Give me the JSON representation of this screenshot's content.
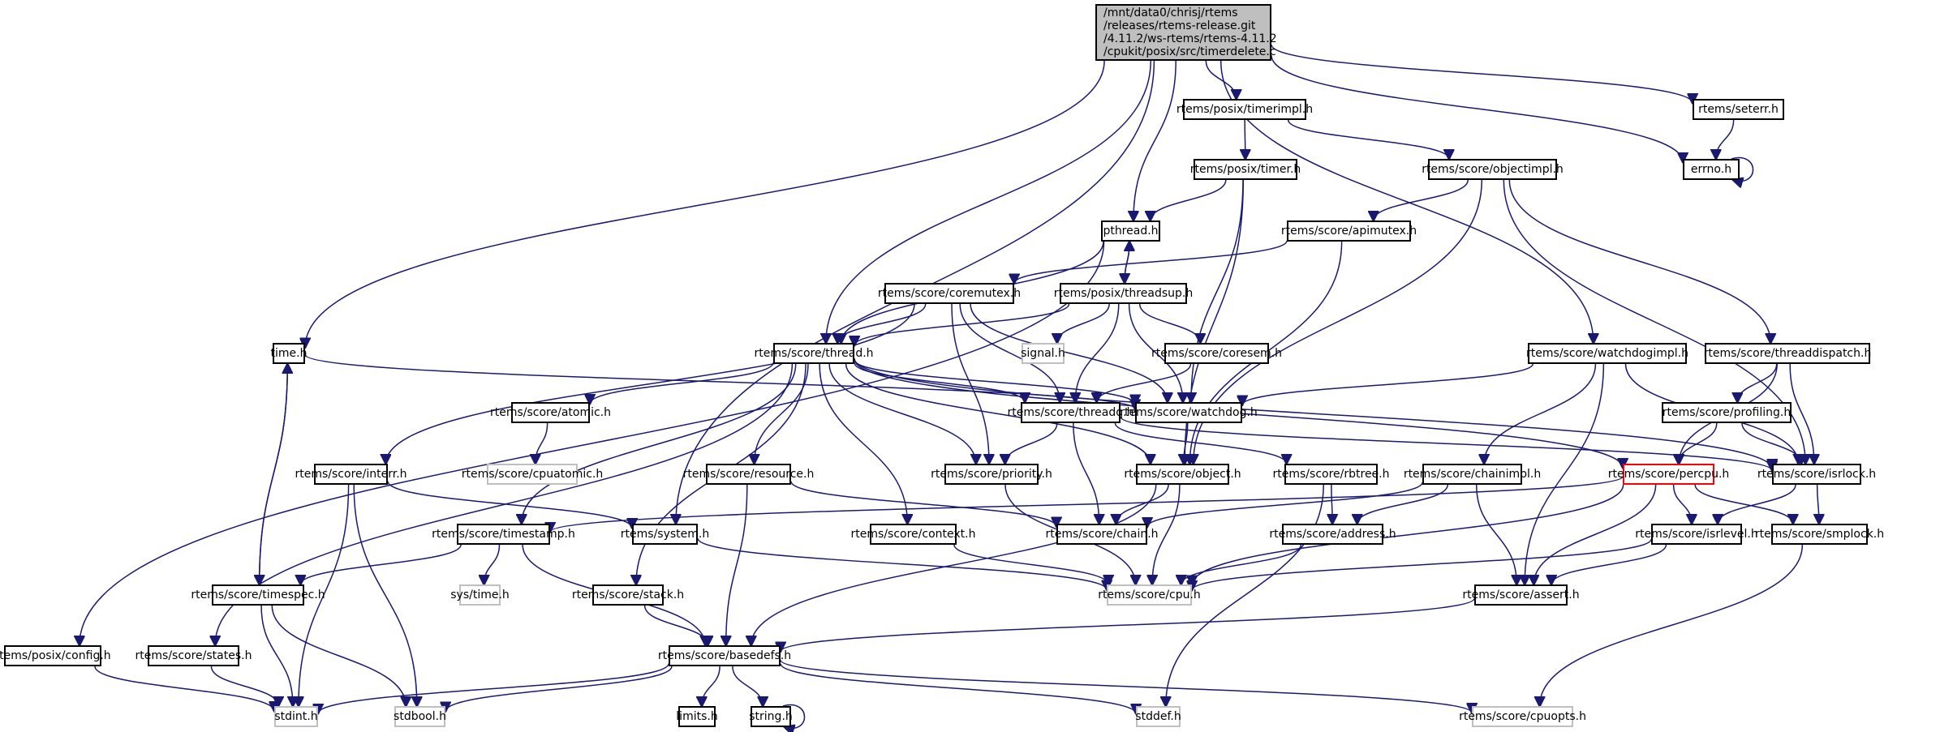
{
  "root": {
    "id": "root",
    "lines": [
      "/mnt/data0/chrisj/rtems",
      "/releases/rtems-release.git",
      "/4.11.2/ws-rtems/rtems-4.11.2",
      "/cpukit/posix/src/timerdelete.c"
    ]
  },
  "colors": {
    "edge": "#191970",
    "root_fill": "#bfbfbf",
    "external_border": "#bfbfbf",
    "highlight_border": "#ff0000"
  },
  "nodes": [
    {
      "id": "timerimpl",
      "label": "rtems/posix/timerimpl.h",
      "kind": "normal"
    },
    {
      "id": "seterr",
      "label": "rtems/seterr.h",
      "kind": "normal"
    },
    {
      "id": "errno",
      "label": "errno.h",
      "kind": "normal"
    },
    {
      "id": "timer",
      "label": "rtems/posix/timer.h",
      "kind": "normal"
    },
    {
      "id": "objectimpl",
      "label": "rtems/score/objectimpl.h",
      "kind": "normal"
    },
    {
      "id": "pthread",
      "label": "pthread.h",
      "kind": "normal"
    },
    {
      "id": "apimutex",
      "label": "rtems/score/apimutex.h",
      "kind": "normal"
    },
    {
      "id": "coremutex",
      "label": "rtems/score/coremutex.h",
      "kind": "normal"
    },
    {
      "id": "threadsup",
      "label": "rtems/posix/threadsup.h",
      "kind": "normal"
    },
    {
      "id": "time",
      "label": "time.h",
      "kind": "normal"
    },
    {
      "id": "thread",
      "label": "rtems/score/thread.h",
      "kind": "normal"
    },
    {
      "id": "signal",
      "label": "signal.h",
      "kind": "external"
    },
    {
      "id": "coresem",
      "label": "rtems/score/coresem.h",
      "kind": "normal"
    },
    {
      "id": "watchdogimpl",
      "label": "rtems/score/watchdogimpl.h",
      "kind": "normal"
    },
    {
      "id": "threaddispatch",
      "label": "rtems/score/threaddispatch.h",
      "kind": "normal"
    },
    {
      "id": "atomic",
      "label": "rtems/score/atomic.h",
      "kind": "normal"
    },
    {
      "id": "threadq",
      "label": "rtems/score/threadq.h",
      "kind": "normal"
    },
    {
      "id": "watchdog",
      "label": "rtems/score/watchdog.h",
      "kind": "normal"
    },
    {
      "id": "profiling",
      "label": "rtems/score/profiling.h",
      "kind": "normal"
    },
    {
      "id": "cpuatomic",
      "label": "rtems/score/cpuatomic.h",
      "kind": "external"
    },
    {
      "id": "interr",
      "label": "rtems/score/interr.h",
      "kind": "normal"
    },
    {
      "id": "resource",
      "label": "rtems/score/resource.h",
      "kind": "normal"
    },
    {
      "id": "priority",
      "label": "rtems/score/priority.h",
      "kind": "normal"
    },
    {
      "id": "object",
      "label": "rtems/score/object.h",
      "kind": "normal"
    },
    {
      "id": "rbtree",
      "label": "rtems/score/rbtree.h",
      "kind": "normal"
    },
    {
      "id": "chainimpl",
      "label": "rtems/score/chainimpl.h",
      "kind": "normal"
    },
    {
      "id": "percpu",
      "label": "rtems/score/percpu.h",
      "kind": "highlight"
    },
    {
      "id": "isrlock",
      "label": "rtems/score/isrlock.h",
      "kind": "normal"
    },
    {
      "id": "timestamp",
      "label": "rtems/score/timestamp.h",
      "kind": "normal"
    },
    {
      "id": "system",
      "label": "rtems/system.h",
      "kind": "normal"
    },
    {
      "id": "context",
      "label": "rtems/score/context.h",
      "kind": "normal"
    },
    {
      "id": "chain",
      "label": "rtems/score/chain.h",
      "kind": "normal"
    },
    {
      "id": "address",
      "label": "rtems/score/address.h",
      "kind": "normal"
    },
    {
      "id": "isrlevel",
      "label": "rtems/score/isrlevel.h",
      "kind": "normal"
    },
    {
      "id": "smplock",
      "label": "rtems/score/smplock.h",
      "kind": "normal"
    },
    {
      "id": "timespec",
      "label": "rtems/score/timespec.h",
      "kind": "normal"
    },
    {
      "id": "systime",
      "label": "sys/time.h",
      "kind": "external"
    },
    {
      "id": "stack",
      "label": "rtems/score/stack.h",
      "kind": "normal"
    },
    {
      "id": "cpu",
      "label": "rtems/score/cpu.h",
      "kind": "external"
    },
    {
      "id": "assert",
      "label": "rtems/score/assert.h",
      "kind": "normal"
    },
    {
      "id": "config",
      "label": "rtems/posix/config.h",
      "kind": "normal"
    },
    {
      "id": "states",
      "label": "rtems/score/states.h",
      "kind": "normal"
    },
    {
      "id": "basedefs",
      "label": "rtems/score/basedefs.h",
      "kind": "normal"
    },
    {
      "id": "stdint",
      "label": "stdint.h",
      "kind": "external"
    },
    {
      "id": "stdbool",
      "label": "stdbool.h",
      "kind": "external"
    },
    {
      "id": "limits",
      "label": "limits.h",
      "kind": "normal"
    },
    {
      "id": "string",
      "label": "string.h",
      "kind": "normal"
    },
    {
      "id": "stddef",
      "label": "stddef.h",
      "kind": "external"
    },
    {
      "id": "cpuopts",
      "label": "rtems/score/cpuopts.h",
      "kind": "external"
    }
  ],
  "edges": [
    [
      "root",
      "timerimpl"
    ],
    [
      "root",
      "seterr"
    ],
    [
      "root",
      "errno"
    ],
    [
      "root",
      "pthread"
    ],
    [
      "root",
      "time"
    ],
    [
      "root",
      "thread"
    ],
    [
      "root",
      "system"
    ],
    [
      "root",
      "watchdogimpl"
    ],
    [
      "timerimpl",
      "timer"
    ],
    [
      "timerimpl",
      "objectimpl"
    ],
    [
      "seterr",
      "errno"
    ],
    [
      "errno",
      "errno"
    ],
    [
      "timer",
      "pthread"
    ],
    [
      "timer",
      "watchdog"
    ],
    [
      "timer",
      "object"
    ],
    [
      "objectimpl",
      "apimutex"
    ],
    [
      "objectimpl",
      "object"
    ],
    [
      "objectimpl",
      "threaddispatch"
    ],
    [
      "objectimpl",
      "isrlock"
    ],
    [
      "pthread",
      "threadsup"
    ],
    [
      "pthread",
      "thread"
    ],
    [
      "pthread",
      "config"
    ],
    [
      "threadsup",
      "pthread"
    ],
    [
      "threadsup",
      "thread"
    ],
    [
      "threadsup",
      "signal"
    ],
    [
      "threadsup",
      "coresem"
    ],
    [
      "threadsup",
      "threadq"
    ],
    [
      "threadsup",
      "watchdog"
    ],
    [
      "apimutex",
      "coremutex"
    ],
    [
      "apimutex",
      "object"
    ],
    [
      "coremutex",
      "thread"
    ],
    [
      "coremutex",
      "threadq"
    ],
    [
      "coremutex",
      "priority"
    ],
    [
      "coremutex",
      "watchdog"
    ],
    [
      "coremutex",
      "interr"
    ],
    [
      "time",
      "timespec"
    ],
    [
      "time",
      "watchdog"
    ],
    [
      "thread",
      "atomic"
    ],
    [
      "thread",
      "threadq"
    ],
    [
      "thread",
      "watchdog"
    ],
    [
      "thread",
      "priority"
    ],
    [
      "thread",
      "object"
    ],
    [
      "thread",
      "resource"
    ],
    [
      "thread",
      "context"
    ],
    [
      "thread",
      "stack"
    ],
    [
      "thread",
      "timestamp"
    ],
    [
      "thread",
      "states"
    ],
    [
      "thread",
      "isrlock"
    ],
    [
      "thread",
      "percpu"
    ],
    [
      "coresem",
      "threadq"
    ],
    [
      "watchdogimpl",
      "watchdog"
    ],
    [
      "watchdogimpl",
      "chainimpl"
    ],
    [
      "watchdogimpl",
      "isrlock"
    ],
    [
      "watchdogimpl",
      "assert"
    ],
    [
      "threaddispatch",
      "percpu"
    ],
    [
      "threaddispatch",
      "profiling"
    ],
    [
      "threaddispatch",
      "isrlock"
    ],
    [
      "atomic",
      "cpuatomic"
    ],
    [
      "threadq",
      "priority"
    ],
    [
      "threadq",
      "chain"
    ],
    [
      "threadq",
      "rbtree"
    ],
    [
      "threadq",
      "isrlock"
    ],
    [
      "watchdog",
      "object"
    ],
    [
      "profiling",
      "percpu"
    ],
    [
      "profiling",
      "isrlock"
    ],
    [
      "interr",
      "system"
    ],
    [
      "interr",
      "stdint"
    ],
    [
      "interr",
      "stdbool"
    ],
    [
      "resource",
      "chain"
    ],
    [
      "resource",
      "basedefs"
    ],
    [
      "priority",
      "cpu"
    ],
    [
      "object",
      "chain"
    ],
    [
      "object",
      "cpu"
    ],
    [
      "object",
      "basedefs"
    ],
    [
      "rbtree",
      "address"
    ],
    [
      "rbtree",
      "stddef"
    ],
    [
      "chainimpl",
      "chain"
    ],
    [
      "chainimpl",
      "address"
    ],
    [
      "chainimpl",
      "assert"
    ],
    [
      "percpu",
      "timestamp"
    ],
    [
      "percpu",
      "cpu"
    ],
    [
      "percpu",
      "assert"
    ],
    [
      "percpu",
      "isrlevel"
    ],
    [
      "percpu",
      "smplock"
    ],
    [
      "isrlock",
      "isrlevel"
    ],
    [
      "isrlock",
      "smplock"
    ],
    [
      "timestamp",
      "timespec"
    ],
    [
      "timestamp",
      "systime"
    ],
    [
      "timestamp",
      "basedefs"
    ],
    [
      "system",
      "cpu"
    ],
    [
      "context",
      "cpu"
    ],
    [
      "address",
      "cpu"
    ],
    [
      "isrlevel",
      "cpu"
    ],
    [
      "isrlevel",
      "assert"
    ],
    [
      "smplock",
      "cpuopts"
    ],
    [
      "timespec",
      "time"
    ],
    [
      "timespec",
      "stdint"
    ],
    [
      "timespec",
      "stdbool"
    ],
    [
      "stack",
      "basedefs"
    ],
    [
      "assert",
      "basedefs"
    ],
    [
      "config",
      "stdint"
    ],
    [
      "states",
      "stdint"
    ],
    [
      "basedefs",
      "stdint"
    ],
    [
      "basedefs",
      "stdbool"
    ],
    [
      "basedefs",
      "limits"
    ],
    [
      "basedefs",
      "string"
    ],
    [
      "basedefs",
      "stddef"
    ],
    [
      "basedefs",
      "cpuopts"
    ],
    [
      "string",
      "string"
    ]
  ]
}
